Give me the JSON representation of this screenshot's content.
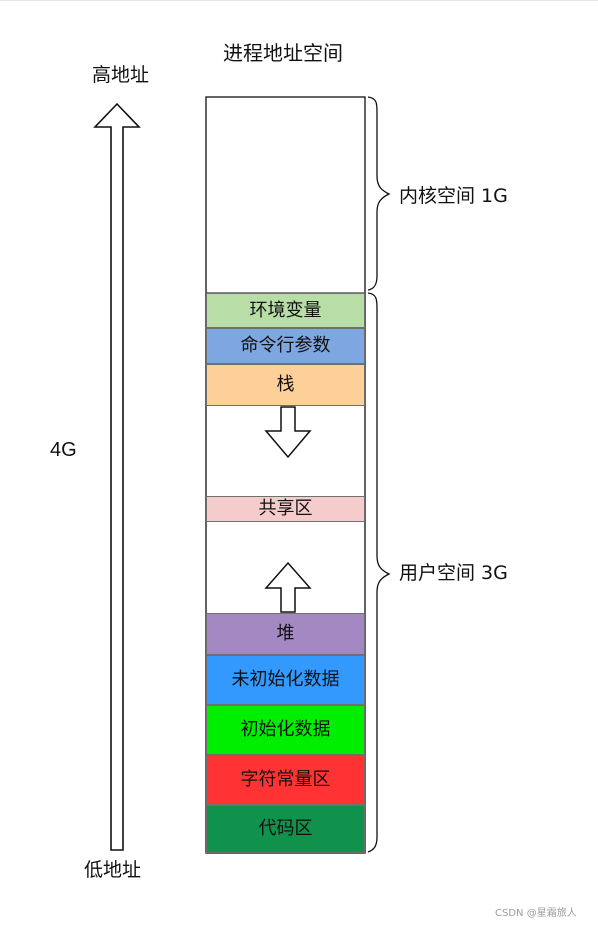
{
  "title": "进程地址空间",
  "address_labels": {
    "high": "高地址",
    "low": "低地址",
    "total": "4G"
  },
  "regions": {
    "kernel": "内核空间 1G",
    "user": "用户空间 3G"
  },
  "segments": {
    "environment_variables": "环境变量",
    "command_line_args": "命令行参数",
    "stack": "栈",
    "shared_area": "共享区",
    "heap": "堆",
    "bss": "未初始化数据",
    "data": "初始化数据",
    "rodata": "字符常量区",
    "text": "代码区"
  },
  "colors": {
    "environment_variables": "#b8dda6",
    "command_line_args": "#7ea6e0",
    "stack": "#fdcf99",
    "shared_area": "#f5cccc",
    "heap": "#a488c1",
    "bss": "#3399ff",
    "data": "#00ef00",
    "rodata": "#ff3333",
    "text": "#10924c",
    "outline": "#111111"
  },
  "watermark": "CSDN @星霜旅人"
}
